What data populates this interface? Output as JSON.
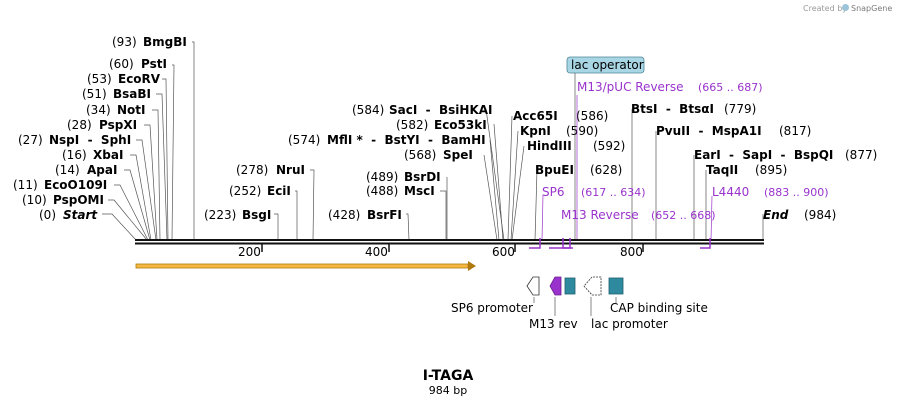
{
  "credit": {
    "prefix": "Created by",
    "brand": "SnapGene"
  },
  "plasmid": {
    "name": "I-TAGA",
    "length_label": "984 bp",
    "length": 984
  },
  "ruler": {
    "ticks": [
      200,
      400,
      600,
      800
    ]
  },
  "sites": [
    {
      "pos": "(93)",
      "name": "BmgBI"
    },
    {
      "pos": "(60)",
      "name": "PstI"
    },
    {
      "pos": "(53)",
      "name": "EcoRV"
    },
    {
      "pos": "(51)",
      "name": "BsaBI"
    },
    {
      "pos": "(34)",
      "name": "NotI"
    },
    {
      "pos": "(28)",
      "name": "PspXI"
    },
    {
      "pos": "(27)",
      "name": "NspI  -  SphI"
    },
    {
      "pos": "(16)",
      "name": "XbaI"
    },
    {
      "pos": "(14)",
      "name": "ApaI"
    },
    {
      "pos": "(11)",
      "name": "EcoO109I"
    },
    {
      "pos": "(10)",
      "name": "PspOMI"
    },
    {
      "pos": "(0)",
      "name": "Start"
    },
    {
      "pos": "(278)",
      "name": "NruI"
    },
    {
      "pos": "(252)",
      "name": "EciI"
    },
    {
      "pos": "(223)",
      "name": "BsgI"
    },
    {
      "pos": "(584)",
      "name": "SacI  -  BsiHKAI"
    },
    {
      "pos": "(582)",
      "name": "Eco53kI"
    },
    {
      "pos": "(574)",
      "name": "MflI *  -  BstYI  -  BamHI"
    },
    {
      "pos": "(568)",
      "name": "SpeI"
    },
    {
      "pos": "(489)",
      "name": "BsrDI"
    },
    {
      "pos": "(488)",
      "name": "MscI"
    },
    {
      "pos": "(428)",
      "name": "BsrFI"
    },
    {
      "pos": "(586)",
      "name": "Acc65I"
    },
    {
      "pos": "(590)",
      "name": "KpnI"
    },
    {
      "pos": "(592)",
      "name": "HindIII"
    },
    {
      "pos": "(628)",
      "name": "BpuEI"
    },
    {
      "pos": "(779)",
      "name": "BtsI  -  BtsαI"
    },
    {
      "pos": "(817)",
      "name": "PvuII  -  MspA1I"
    },
    {
      "pos": "(877)",
      "name": "EarI  -  SapI  -  BspQI"
    },
    {
      "pos": "(895)",
      "name": "TaqII"
    },
    {
      "pos": "(984)",
      "name": "End"
    }
  ],
  "primers": [
    {
      "name": "M13/pUC Reverse",
      "range": "(665 .. 687)"
    },
    {
      "name": "SP6",
      "range": "(617 .. 634)"
    },
    {
      "name": "M13 Reverse",
      "range": "(652 .. 668)"
    },
    {
      "name": "L4440",
      "range": "(883 .. 900)"
    }
  ],
  "lac_operator": "lac operator",
  "features": {
    "sp6_promoter": "SP6 promoter",
    "m13_rev": "M13 rev",
    "lac_promoter": "lac promoter",
    "cap_site": "CAP binding site"
  },
  "colors": {
    "purple": "#9933cc",
    "teal": "#2f8aa0",
    "orf_fill": "#f5b942",
    "orf_stroke": "#b07a10",
    "operator_fill": "#a9d6e5"
  }
}
